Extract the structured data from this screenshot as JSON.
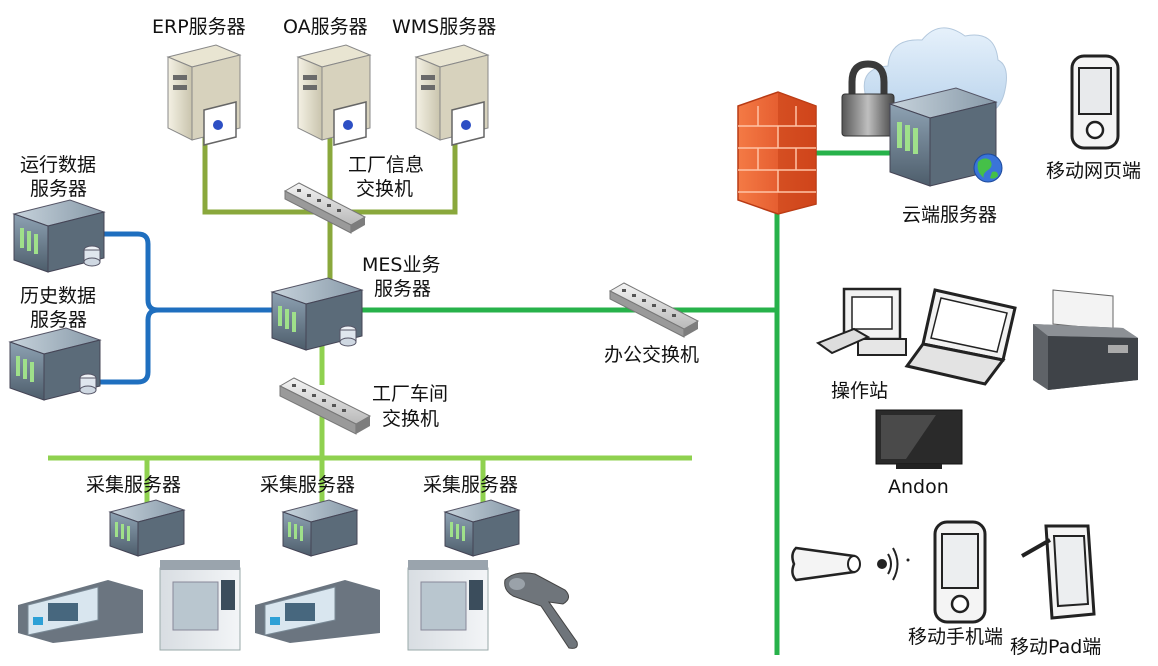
{
  "labels": {
    "erp_server": "ERP服务器",
    "oa_server": "OA服务器",
    "wms_server": "WMS服务器",
    "factory_info_switch_1": "工厂信息",
    "factory_info_switch_2": "交换机",
    "run_data_server_1": "运行数据",
    "run_data_server_2": "服务器",
    "history_data_server_1": "历史数据",
    "history_data_server_2": "服务器",
    "mes_server_1": "MES业务",
    "mes_server_2": "服务器",
    "office_switch": "办公交换机",
    "workshop_switch_1": "工厂车间",
    "workshop_switch_2": "交换机",
    "collect_server_1": "采集服务器",
    "collect_server_2": "采集服务器",
    "collect_server_3": "采集服务器",
    "cloud_server": "云端服务器",
    "mobile_web": "移动网页端",
    "operator_station": "操作站",
    "andon": "Andon",
    "mobile_phone": "移动手机端",
    "mobile_pad": "移动Pad端"
  },
  "colors": {
    "olive_link": "#8aa83c",
    "blue_link": "#1f6fbf",
    "green_link": "#27b24a",
    "light_green_link": "#8fd14f",
    "firewall": "#e8592b"
  }
}
